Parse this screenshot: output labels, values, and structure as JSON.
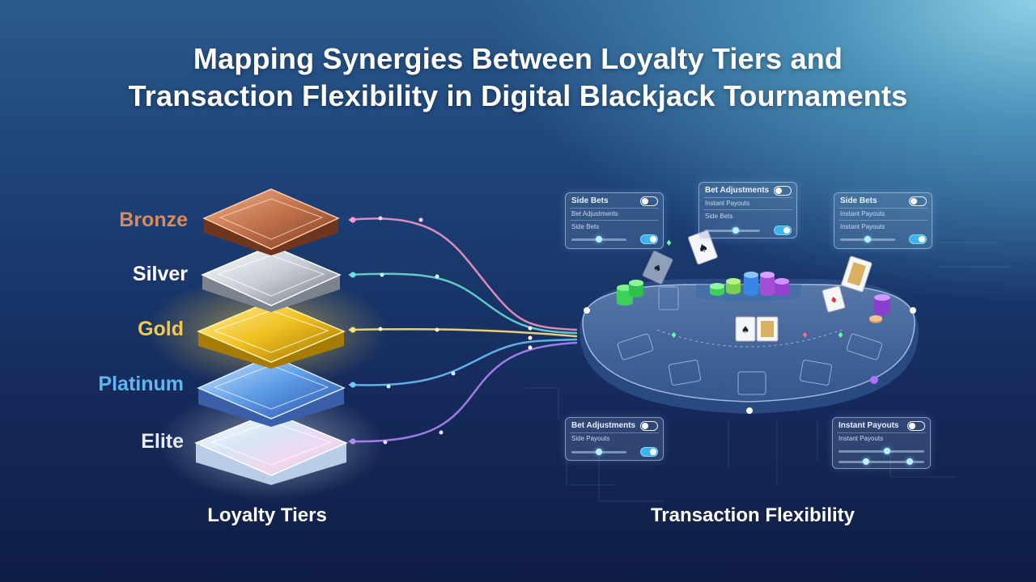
{
  "title_line1": "Mapping Synergies Between Loyalty Tiers and",
  "title_line2": "Transaction Flexibility in Digital Blackjack Tournaments",
  "tiers": [
    {
      "label": "Bronze",
      "color": "#d98a5c"
    },
    {
      "label": "Silver",
      "color": "#ffffff"
    },
    {
      "label": "Gold",
      "color": "#f2c94c"
    },
    {
      "label": "Platinum",
      "color": "#5fb6f0"
    },
    {
      "label": "Elite",
      "color": "#e6ecf5"
    }
  ],
  "left_section_label": "Loyalty Tiers",
  "right_section_label": "Transaction Flexibility",
  "panels": {
    "top_left": {
      "header": "Side Bets",
      "rows": [
        "Bet Adjustments",
        "Side Bets"
      ]
    },
    "top_center": {
      "header": "Bet Adjustments",
      "rows": [
        "Instant Payouts",
        "Side Bets"
      ]
    },
    "top_right": {
      "header": "Side Bets",
      "rows": [
        "Instant Payouts",
        "Instant Payouts"
      ]
    },
    "bottom_left": {
      "header": "Bet Adjustments",
      "rows": [
        "Side Payouts"
      ]
    },
    "bottom_right": {
      "header": "Instant Payouts",
      "rows": [
        "Instant Payouts"
      ]
    }
  }
}
